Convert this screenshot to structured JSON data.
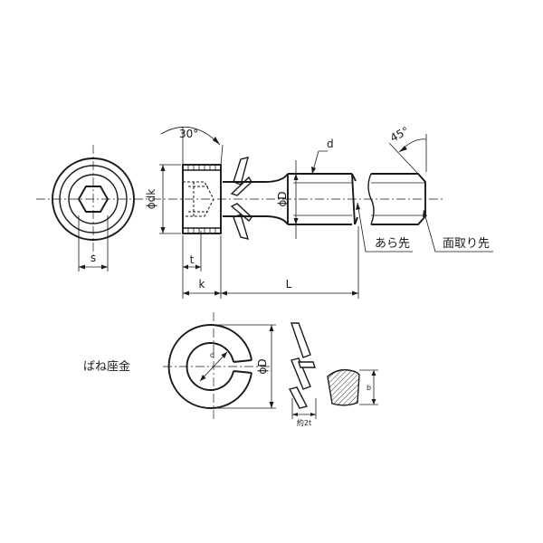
{
  "labels": {
    "s": "s",
    "dk": "ϕdk",
    "t": "t",
    "k": "k",
    "L": "L",
    "d": "d",
    "D": "ϕD",
    "angle_head": "30°",
    "angle_end": "45°",
    "rough_end": "あら先",
    "chamfer_end": "面取り先",
    "spring_washer": "ばね座金",
    "washer_d": "d",
    "washer_D": "ϕD",
    "washer_thickness": "約2t",
    "washer_b": "b"
  }
}
